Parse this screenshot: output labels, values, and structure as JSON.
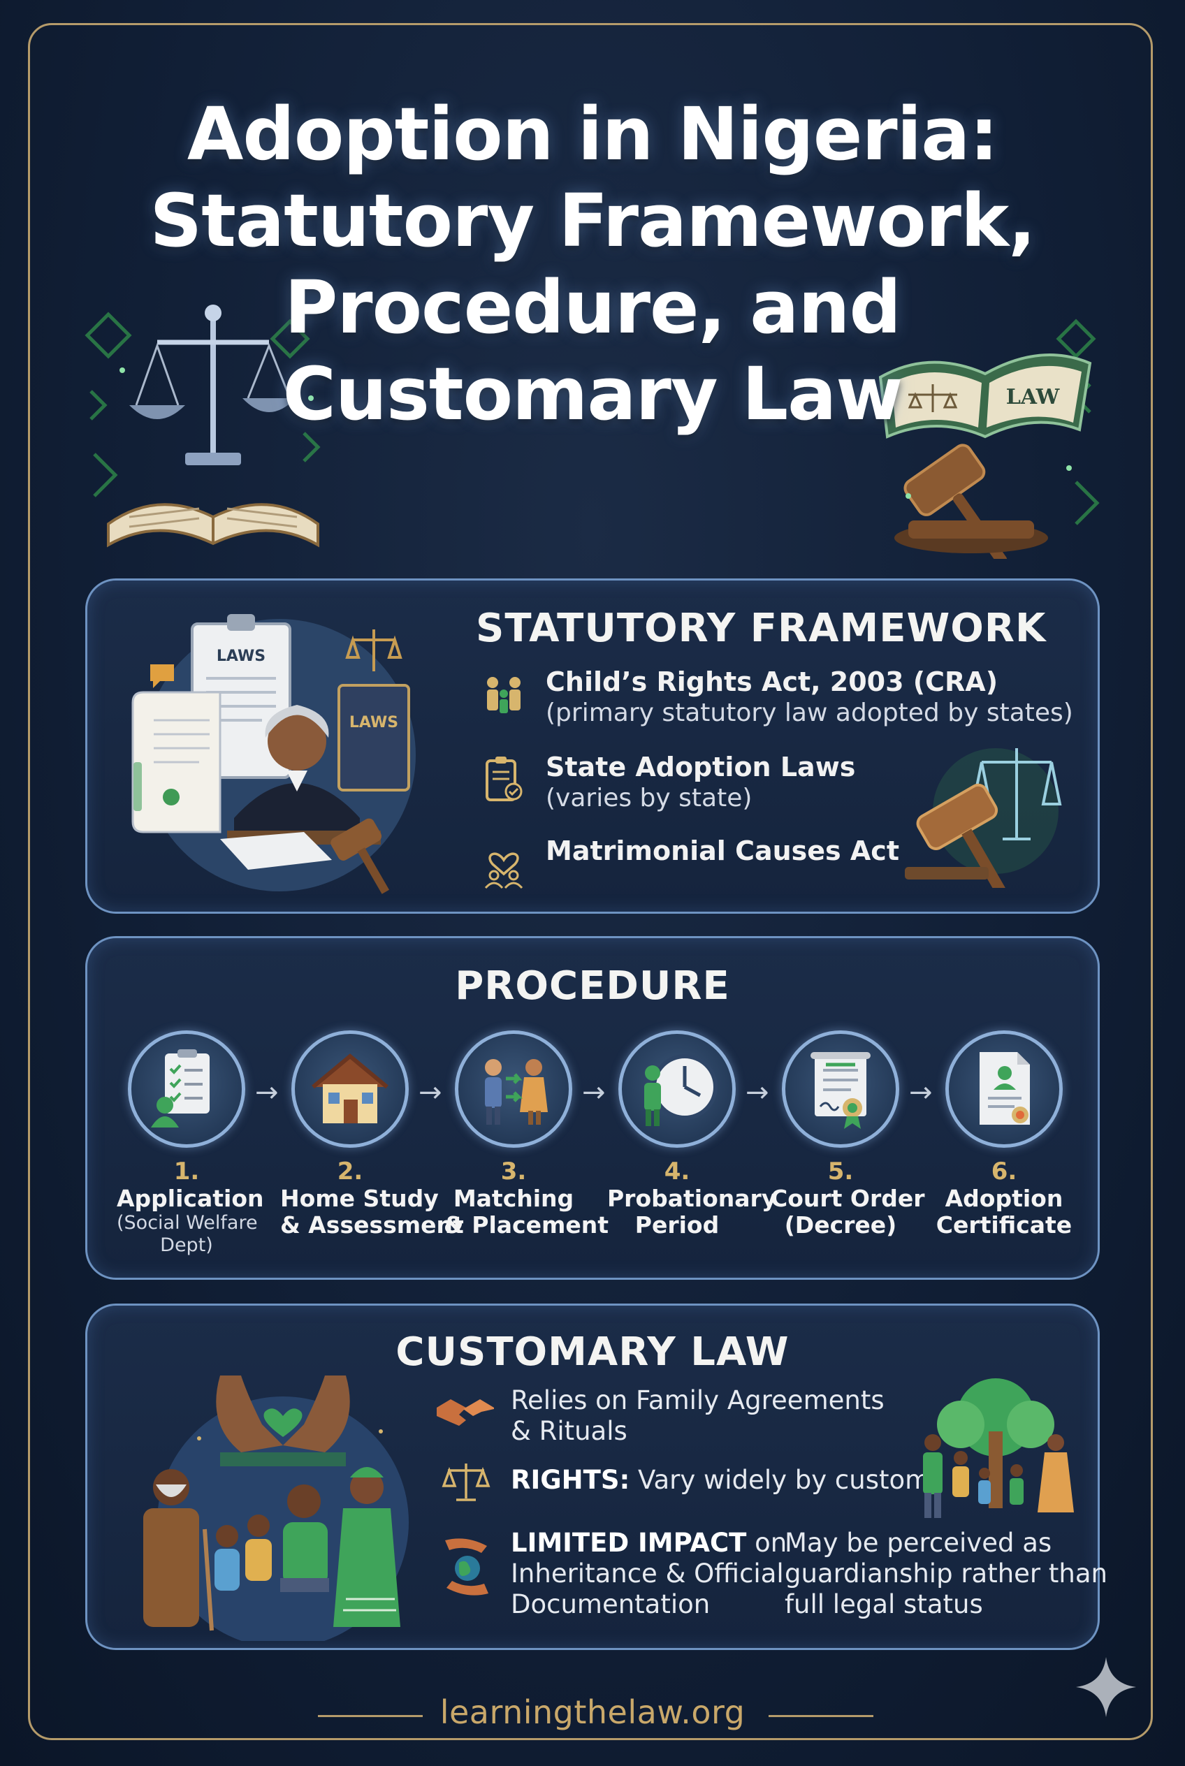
{
  "title": {
    "line1": "Adoption in Nigeria:",
    "line2": "Statutory Framework,",
    "line3": "Procedure, and",
    "line4": "Customary Law"
  },
  "hero": {
    "book_label": "LAW"
  },
  "statutory": {
    "heading": "STATUTORY FRAMEWORK",
    "illustration_labels": {
      "clipboard": "LAWS",
      "book": "LAWS"
    },
    "items": [
      {
        "main": "Child’s Rights Act, 2003 (CRA)",
        "sub": "(primary statutory law adopted by states)",
        "icon": "family-icon"
      },
      {
        "main": "State Adoption Laws",
        "sub": "(varies by state)",
        "icon": "clipboard-check-icon"
      },
      {
        "main": "Matrimonial Causes Act",
        "sub": "",
        "icon": "couple-heart-icon"
      }
    ]
  },
  "procedure": {
    "heading": "PROCEDURE",
    "steps": [
      {
        "num": "1.",
        "label": "Application",
        "sub": "(Social Welfare",
        "sub2": "Dept)",
        "icon": "application-checklist-icon"
      },
      {
        "num": "2.",
        "label": "Home Study",
        "label2": "& Assessment",
        "icon": "house-icon"
      },
      {
        "num": "3.",
        "label": "Matching",
        "label2": "& Placement",
        "icon": "matching-people-icon"
      },
      {
        "num": "4.",
        "label": "Probationary",
        "label2": "Period",
        "icon": "clock-person-icon"
      },
      {
        "num": "5.",
        "label": "Court Order",
        "label2": "(Decree)",
        "icon": "court-decree-icon"
      },
      {
        "num": "6.",
        "label": "Adoption",
        "label2": "Certificate",
        "icon": "certificate-icon"
      }
    ]
  },
  "customary": {
    "heading": "CUSTOMARY LAW",
    "item1_line1": "Relies on Family Agreements",
    "item1_line2": "& Rituals",
    "item2_bold": "RIGHTS:",
    "item2_rest": " Vary widely by custom",
    "item3_bold": "LIMITED IMPACT",
    "item3_rest1": " on",
    "item3_line2": "Inheritance & Official",
    "item3_line3": "Documentation",
    "note_line1": "May be perceived as",
    "note_line2": "guardianship rather than",
    "note_line3": "full legal status"
  },
  "footer": {
    "site": "learningthelaw.org"
  },
  "colors": {
    "background": "#111f36",
    "frame_gold": "#b59b6a",
    "panel_border": "#6e93c2",
    "step_number_gold": "#d7b56d",
    "accent_green": "#3fa45a"
  }
}
